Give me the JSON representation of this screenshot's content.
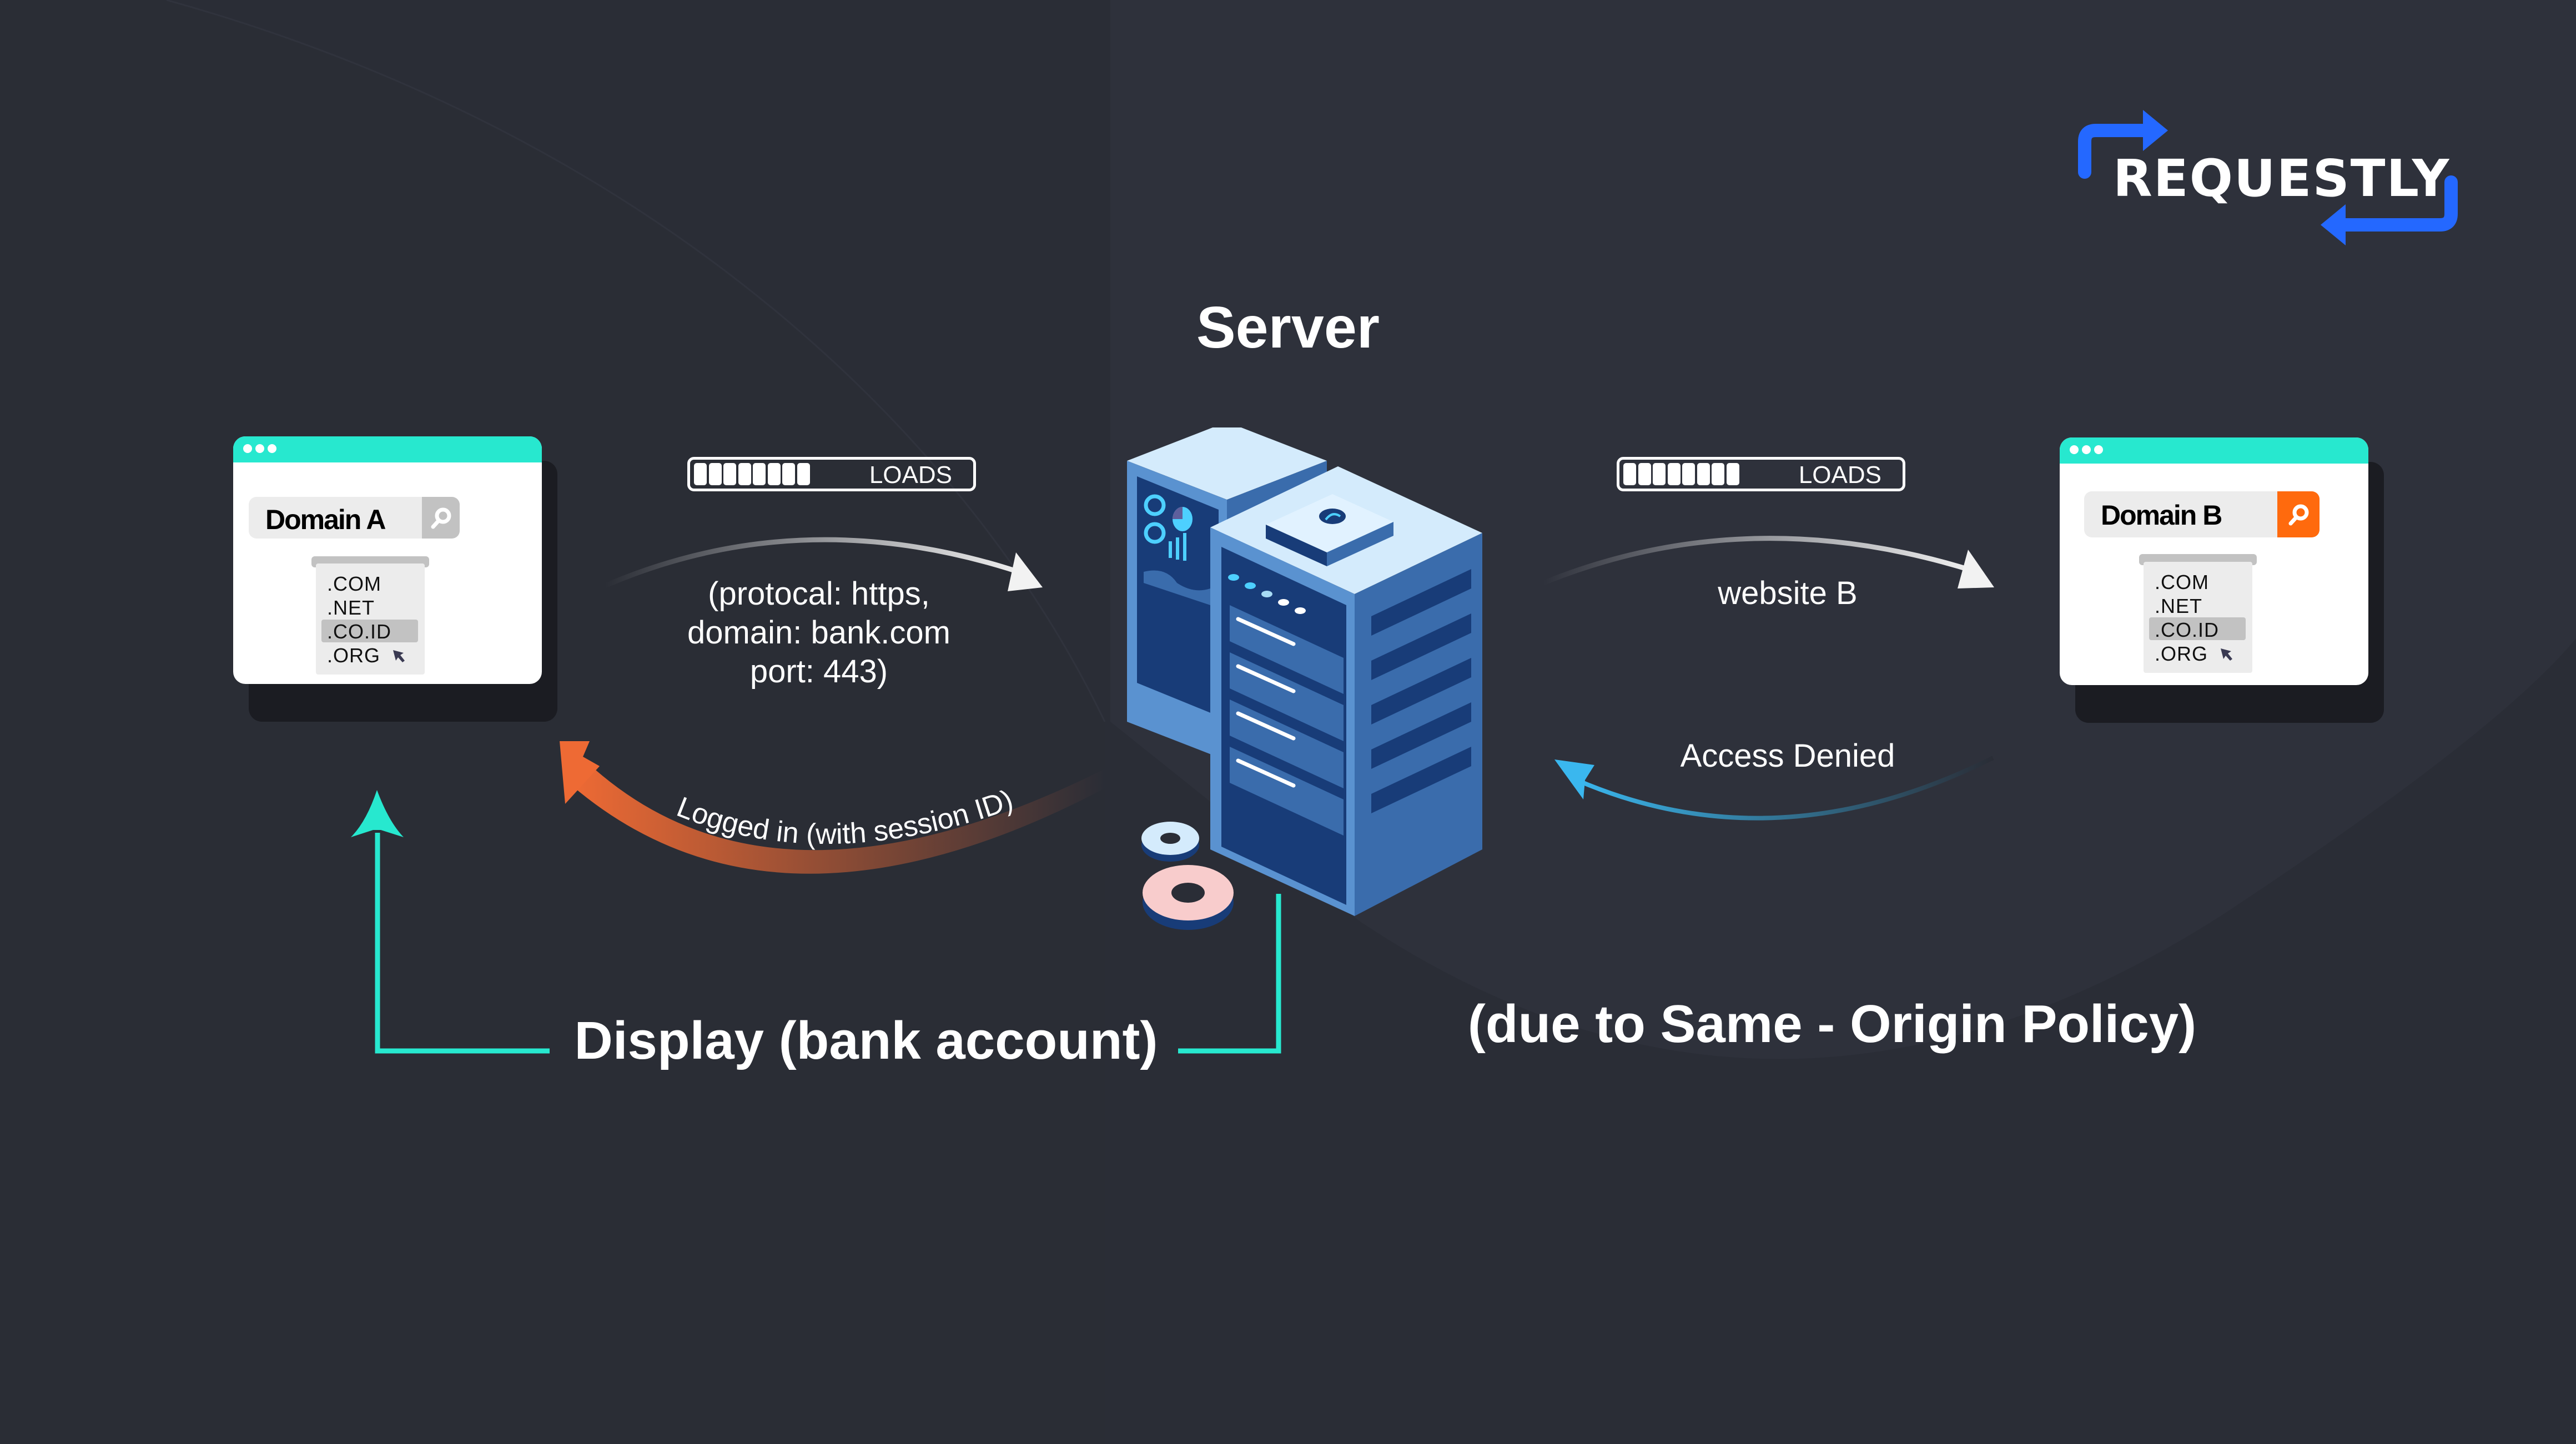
{
  "brand": {
    "logo_text": "REQUESTLY",
    "accent_color": "#2468ff"
  },
  "colors": {
    "background": "#2a2d36",
    "teal": "#27e8cf",
    "orange": "#ff6a0d",
    "orange_arrow": "#ee6a34",
    "blue_arrow": "#3ab7ee",
    "server_dark": "#183c78",
    "server_mid": "#5a92d0",
    "server_light": "#d4ebfc",
    "gear_pink": "#f8cccc"
  },
  "diagram": {
    "server_label": "Server",
    "domain_a": {
      "address": "Domain A",
      "search_icon": "search-icon",
      "options": [
        ".COM",
        ".NET",
        ".CO.ID",
        ".ORG"
      ],
      "selected_option": ".CO.ID"
    },
    "domain_b": {
      "address": "Domain B",
      "search_icon": "search-icon",
      "options": [
        ".COM",
        ".NET",
        ".CO.ID",
        ".ORG"
      ],
      "selected_option": ".CO.ID"
    },
    "left_loader": {
      "label": "LOADS",
      "segments_filled": 8
    },
    "right_loader": {
      "label": "LOADS",
      "segments_filled": 8
    },
    "request_a": {
      "line1": "(protocal: https,",
      "line2": "domain: bank.com",
      "line3": "port: 443)"
    },
    "response_a": "Logged in (with session ID)",
    "request_b": "website B",
    "response_b": "Access Denied",
    "display_label": "Display (bank account)",
    "policy_label": "(due to Same - Origin Policy)"
  }
}
